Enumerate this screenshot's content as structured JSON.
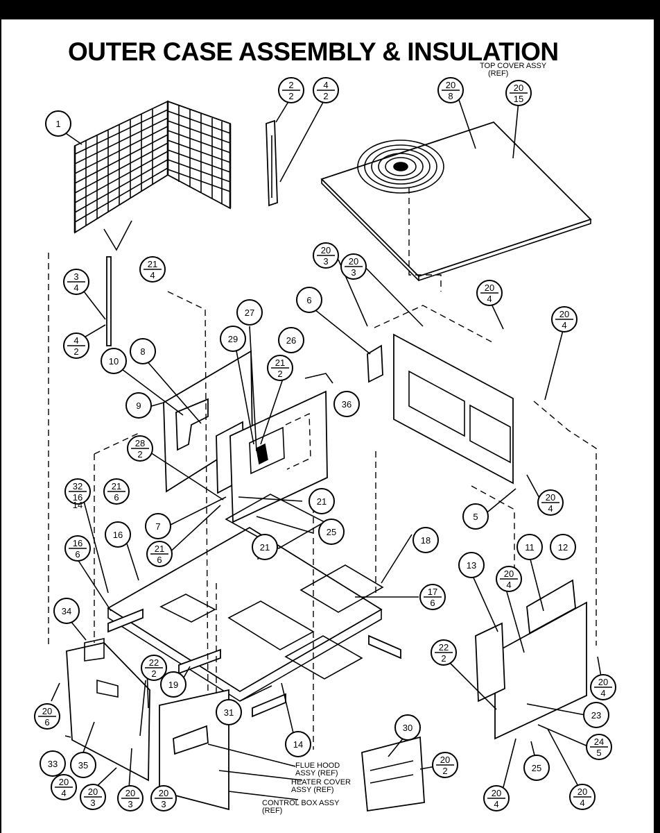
{
  "title": "OUTER  CASE ASSEMBLY & INSULATION",
  "callouts": [
    {
      "top": "1",
      "bottom": ""
    },
    {
      "top": "2",
      "bottom": "2"
    },
    {
      "top": "4",
      "bottom": "2"
    },
    {
      "top": "20",
      "bottom": "8"
    },
    {
      "top": "20",
      "bottom": "15"
    },
    {
      "top": "3",
      "bottom": "4"
    },
    {
      "top": "4",
      "bottom": "2"
    },
    {
      "top": "21",
      "bottom": "4"
    },
    {
      "top": "20",
      "bottom": "3"
    },
    {
      "top": "20",
      "bottom": "3"
    },
    {
      "top": "6",
      "bottom": ""
    },
    {
      "top": "20",
      "bottom": "4"
    },
    {
      "top": "20",
      "bottom": "4"
    },
    {
      "top": "27",
      "bottom": ""
    },
    {
      "top": "29",
      "bottom": ""
    },
    {
      "top": "26",
      "bottom": ""
    },
    {
      "top": "21",
      "bottom": "2"
    },
    {
      "top": "10",
      "bottom": ""
    },
    {
      "top": "8",
      "bottom": ""
    },
    {
      "top": "9",
      "bottom": ""
    },
    {
      "top": "36",
      "bottom": ""
    },
    {
      "top": "28",
      "bottom": "2"
    },
    {
      "top": "21",
      "bottom": "6"
    },
    {
      "top": "21",
      "bottom": ""
    },
    {
      "top": "25",
      "bottom": ""
    },
    {
      "top": "32",
      "bottom": "16\n14"
    },
    {
      "top": "7",
      "bottom": ""
    },
    {
      "top": "21",
      "bottom": "6"
    },
    {
      "top": "21",
      "bottom": ""
    },
    {
      "top": "5",
      "bottom": ""
    },
    {
      "top": "20",
      "bottom": "4"
    },
    {
      "top": "16",
      "bottom": "6"
    },
    {
      "top": "16",
      "bottom": ""
    },
    {
      "top": "18",
      "bottom": ""
    },
    {
      "top": "17",
      "bottom": "6"
    },
    {
      "top": "13",
      "bottom": ""
    },
    {
      "top": "11",
      "bottom": ""
    },
    {
      "top": "12",
      "bottom": ""
    },
    {
      "top": "20",
      "bottom": "4"
    },
    {
      "top": "34",
      "bottom": ""
    },
    {
      "top": "22",
      "bottom": "2"
    },
    {
      "top": "22",
      "bottom": "2"
    },
    {
      "top": "19",
      "bottom": ""
    },
    {
      "top": "31",
      "bottom": ""
    },
    {
      "top": "14",
      "bottom": ""
    },
    {
      "top": "20",
      "bottom": "6"
    },
    {
      "top": "33",
      "bottom": ""
    },
    {
      "top": "35",
      "bottom": ""
    },
    {
      "top": "20",
      "bottom": "4"
    },
    {
      "top": "20",
      "bottom": "3"
    },
    {
      "top": "20",
      "bottom": "3"
    },
    {
      "top": "20",
      "bottom": "3"
    },
    {
      "top": "30",
      "bottom": ""
    },
    {
      "top": "20",
      "bottom": "2"
    },
    {
      "top": "20",
      "bottom": "4"
    },
    {
      "top": "23",
      "bottom": ""
    },
    {
      "top": "24",
      "bottom": "5"
    },
    {
      "top": "25",
      "bottom": ""
    },
    {
      "top": "20",
      "bottom": "4"
    },
    {
      "top": "20",
      "bottom": "4"
    }
  ],
  "notes": [
    {
      "lines": [
        "TOP COVER ASSY",
        "(REF)"
      ]
    },
    {
      "lines": [
        "FLUE HOOD",
        "ASSY (REF)"
      ]
    },
    {
      "lines": [
        "HEATER COVER",
        "ASSY (REF)"
      ]
    },
    {
      "lines": [
        "CONTROL BOX ASSY",
        "(REF)"
      ]
    }
  ]
}
